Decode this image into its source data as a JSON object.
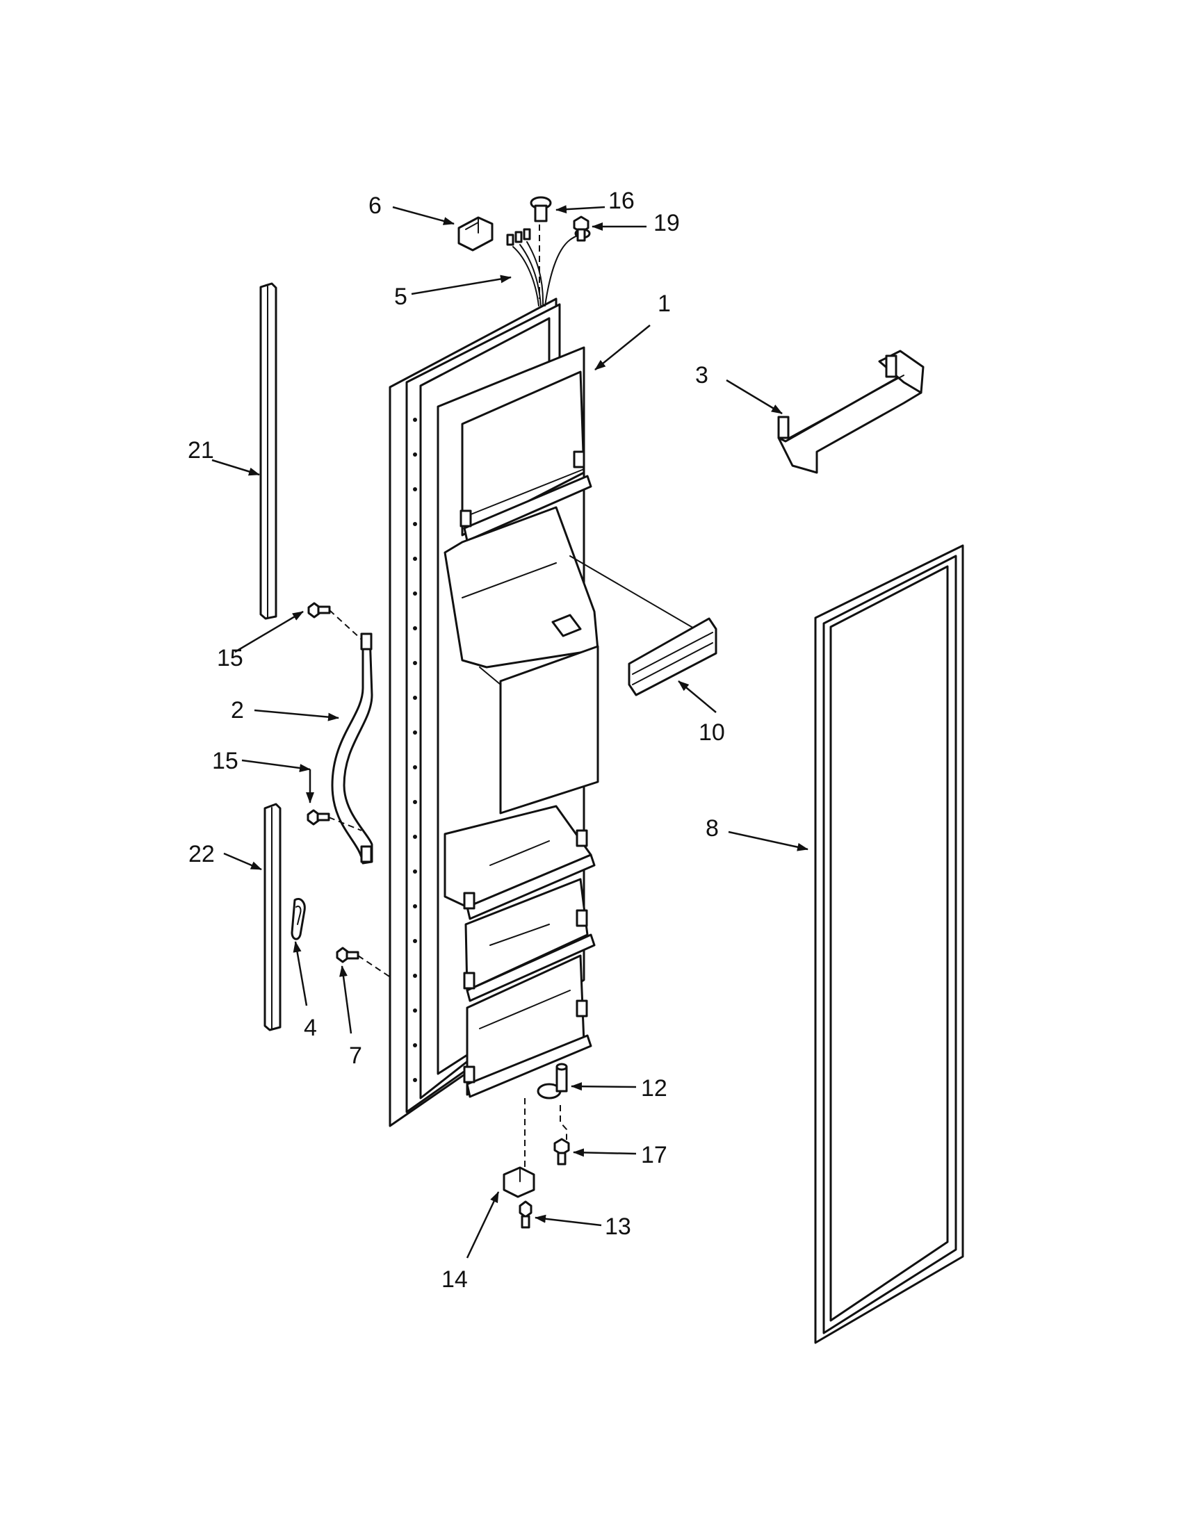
{
  "diagram": {
    "callouts": [
      {
        "id": "1",
        "label": "1"
      },
      {
        "id": "2",
        "label": "2"
      },
      {
        "id": "3",
        "label": "3"
      },
      {
        "id": "4",
        "label": "4"
      },
      {
        "id": "5",
        "label": "5"
      },
      {
        "id": "6",
        "label": "6"
      },
      {
        "id": "7",
        "label": "7"
      },
      {
        "id": "8",
        "label": "8"
      },
      {
        "id": "10",
        "label": "10"
      },
      {
        "id": "12",
        "label": "12"
      },
      {
        "id": "13",
        "label": "13"
      },
      {
        "id": "14",
        "label": "14"
      },
      {
        "id": "15a",
        "label": "15"
      },
      {
        "id": "15b",
        "label": "15"
      },
      {
        "id": "16",
        "label": "16"
      },
      {
        "id": "17",
        "label": "17"
      },
      {
        "id": "19",
        "label": "19"
      },
      {
        "id": "21",
        "label": "21"
      },
      {
        "id": "22",
        "label": "22"
      }
    ],
    "colors": {
      "line": "#111111",
      "background": "#ffffff"
    }
  }
}
